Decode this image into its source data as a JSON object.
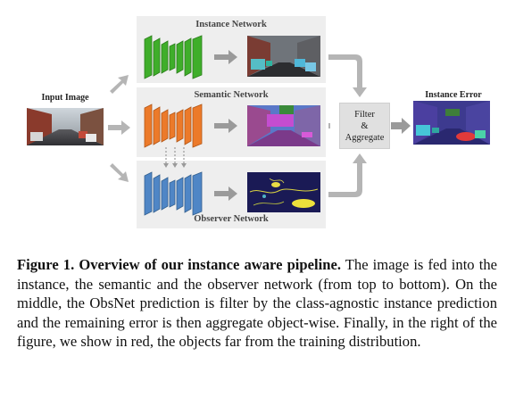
{
  "figure": {
    "input_label": "Input Image",
    "instance_network_label": "Instance Network",
    "semantic_network_label": "Semantic Network",
    "observer_network_label": "Observer Network",
    "filter_lines": [
      "Filter",
      "&",
      "Aggregate"
    ],
    "output_label": "Instance Error",
    "colors": {
      "instance_net": "#3fae2a",
      "semantic_net": "#ec7a2a",
      "observer_net": "#4f86c6",
      "panel_bg": "#eeeeee",
      "arrow": "#b5b5b5"
    }
  },
  "caption": {
    "prefix": "Figure 1. Overview of our instance aware pipeline.",
    "body": " The image is fed into the instance, the semantic and the observer network (from top to bottom). On the middle, the ObsNet prediction is filter by the class-agnostic instance prediction and the remaining error is then aggregate object-wise. Finally, in the right of the figure, we show in red, the objects far from the training distribution."
  }
}
